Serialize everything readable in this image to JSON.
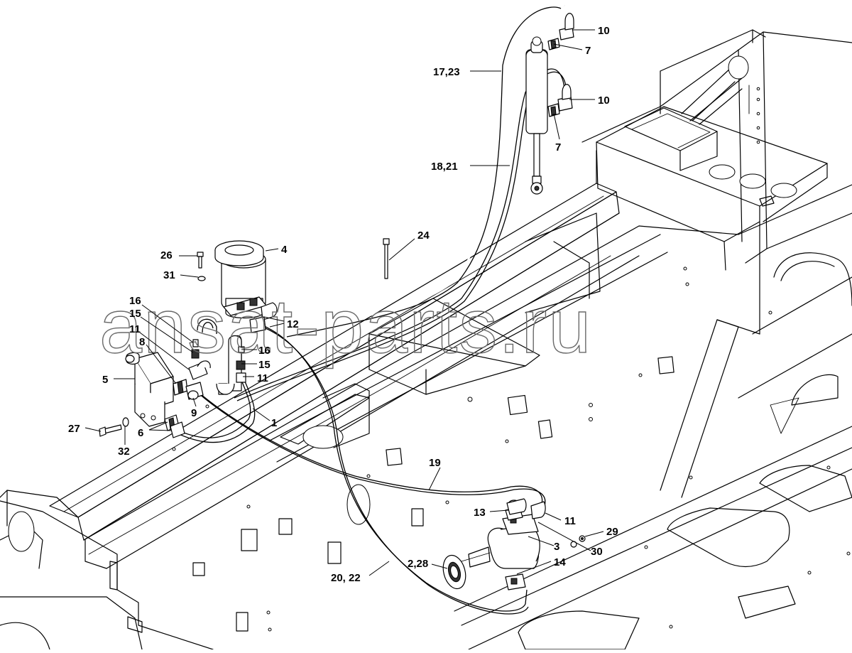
{
  "watermark": "ansat-parts.ru",
  "callouts": {
    "c1": "1",
    "c2_28": "2,28",
    "c3": "3",
    "c4": "4",
    "c5": "5",
    "c6": "6",
    "c7a": "7",
    "c7b": "7",
    "c8": "8",
    "c9": "9",
    "c10a": "10",
    "c10b": "10",
    "c11a": "11",
    "c11b": "11",
    "c11c": "11",
    "c12": "12",
    "c13": "13",
    "c14": "14",
    "c15a": "15",
    "c15b": "15",
    "c16a": "16",
    "c16b": "16",
    "c17_23": "17,23",
    "c18_21": "18,21",
    "c19": "19",
    "c20_22": "20, 22",
    "c24": "24",
    "c26": "26",
    "c27": "27",
    "c29": "29",
    "c30": "30",
    "c31": "31",
    "c32": "32"
  }
}
